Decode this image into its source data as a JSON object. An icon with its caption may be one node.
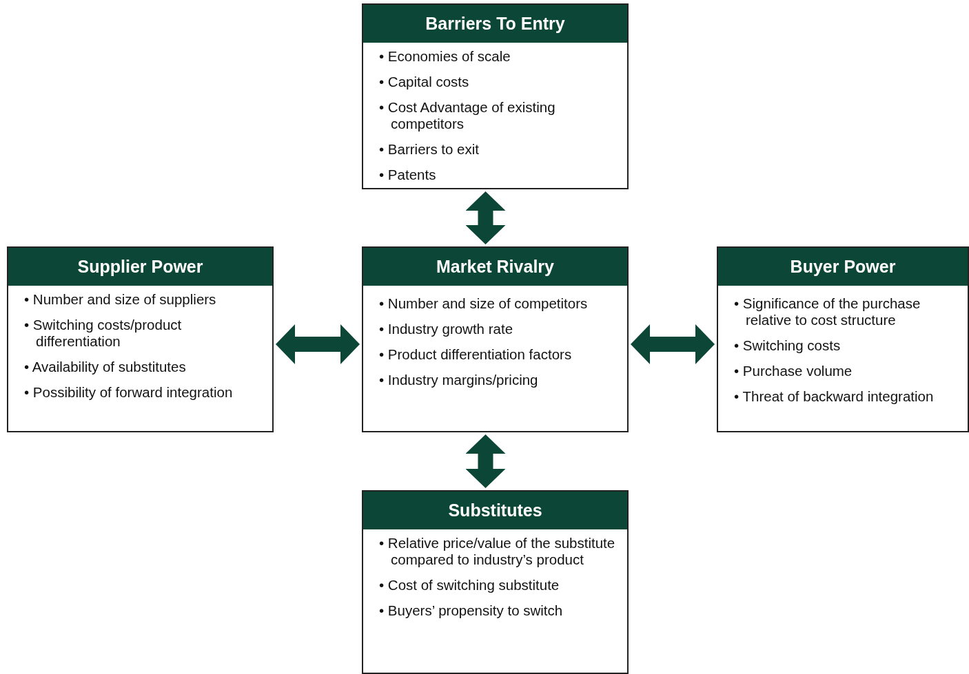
{
  "diagram": {
    "nodes": [
      {
        "text": [
          "Barriers To Entry",
          "• Economies of scale",
          "• Capital costs",
          "• Cost Advantage of existing competitors",
          "• Barriers to exit",
          "• Patents"
        ]
      },
      {
        "text": [
          "Supplier Power",
          "• Number and size of suppliers",
          "• Switching costs/product differentiation",
          "• Availability of substitutes",
          "• Possibility of forward integration"
        ]
      },
      {
        "text": [
          "Market Rivalry",
          "• Number and size of competitors",
          "• Industry growth rate",
          "• Product differentiation factors",
          "• Industry margins/pricing"
        ]
      },
      {
        "text": [
          "Buyer Power",
          "• Significance of the purchase relative to cost structure",
          "• Switching costs",
          "• Purchase volume",
          "• Threat of backward integration"
        ]
      },
      {
        "text": [
          "Substitutes",
          "• Relative price/value of the substitute compared to industry’s product",
          "• Cost of switching substitute",
          "• Buyers’ propensity to switch"
        ]
      }
    ],
    "edges": [
      {
        "from": 0,
        "to": 2,
        "arrow": "both"
      },
      {
        "from": 1,
        "to": 2,
        "arrow": "both"
      },
      {
        "from": 2,
        "to": 3,
        "arrow": "both"
      },
      {
        "from": 2,
        "to": 4,
        "arrow": "both"
      }
    ]
  }
}
